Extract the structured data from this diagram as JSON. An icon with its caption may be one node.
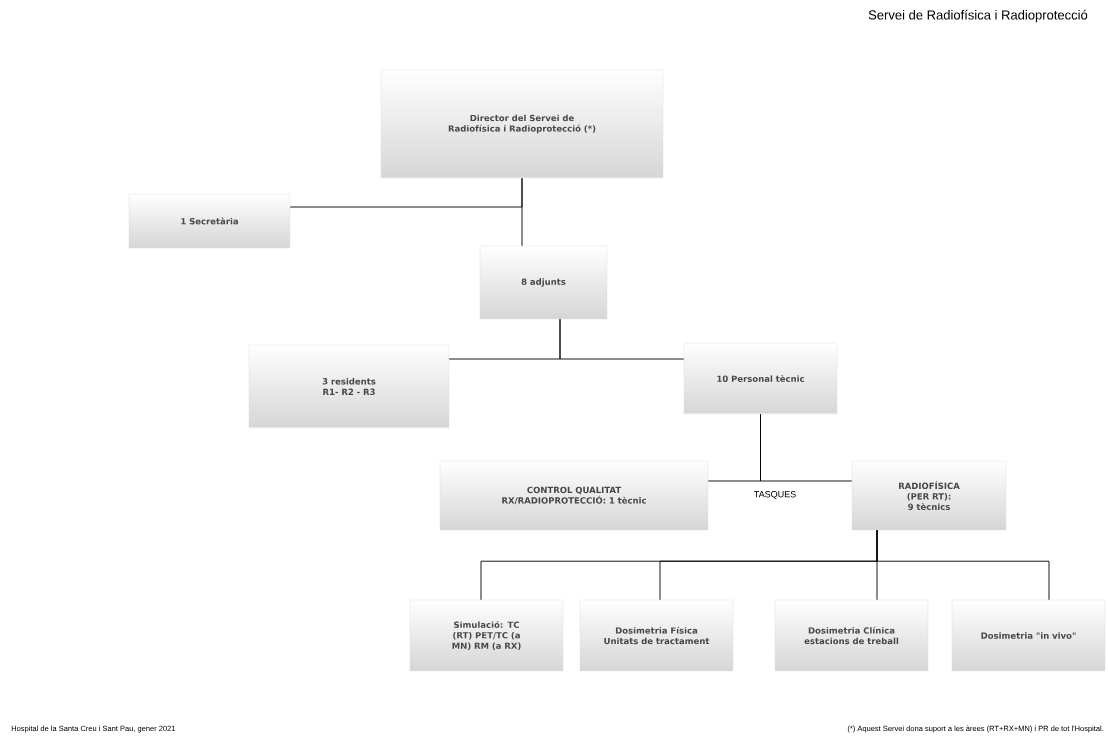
{
  "diagram": {
    "title": "Servei de Radiofísica i Radioprotecció",
    "nodes": [
      {
        "text": [
          "Director del Servei de Radiofísica i Radioprotecció (*)"
        ]
      },
      {
        "text": [
          "1 Secretària"
        ]
      },
      {
        "text": [
          "8 adjunts"
        ]
      },
      {
        "text": [
          "3 residents R1- R2 - R3"
        ]
      },
      {
        "text": [
          "10 Personal tècnic"
        ]
      },
      {
        "text": [
          "CONTROL QUALITAT RX/RADIOPROTECCIÓ: 1 tècnic"
        ]
      },
      {
        "text": [
          "RADIOFÍSICA (PER RT): 9 tècnics"
        ]
      },
      {
        "text": [
          "Simulació: TC (RT) PET/TC (a MN) RM (a RX)"
        ]
      },
      {
        "text": [
          "Dosimetria Física Unitats de tractament"
        ]
      },
      {
        "text": [
          "Dosimetria Clínica estacions de treball"
        ]
      },
      {
        "text": [
          "Dosimetria \"in vivo\""
        ]
      }
    ],
    "edges": [
      {
        "from": 0,
        "to": 1,
        "arrow": "none"
      },
      {
        "from": 0,
        "to": 2,
        "arrow": "none"
      },
      {
        "from": 2,
        "to": 3,
        "arrow": "none"
      },
      {
        "from": 2,
        "to": 4,
        "arrow": "none"
      },
      {
        "from": 4,
        "to": 5,
        "arrow": "none"
      },
      {
        "from": 4,
        "to": 6,
        "arrow": "none"
      },
      {
        "from": 6,
        "to": 7,
        "arrow": "none"
      },
      {
        "from": 6,
        "to": 8,
        "arrow": "none"
      },
      {
        "from": 6,
        "to": 9,
        "arrow": "none"
      },
      {
        "from": 6,
        "to": 10,
        "arrow": "none"
      }
    ],
    "labels": [
      "TASQUES",
      "Hospital de la Santa Creu i Sant Pau, gener 2021",
      "(*) Aquest Servei dona suport a les àrees (RT+RX+MN) i PR de tot l'Hospital."
    ]
  }
}
